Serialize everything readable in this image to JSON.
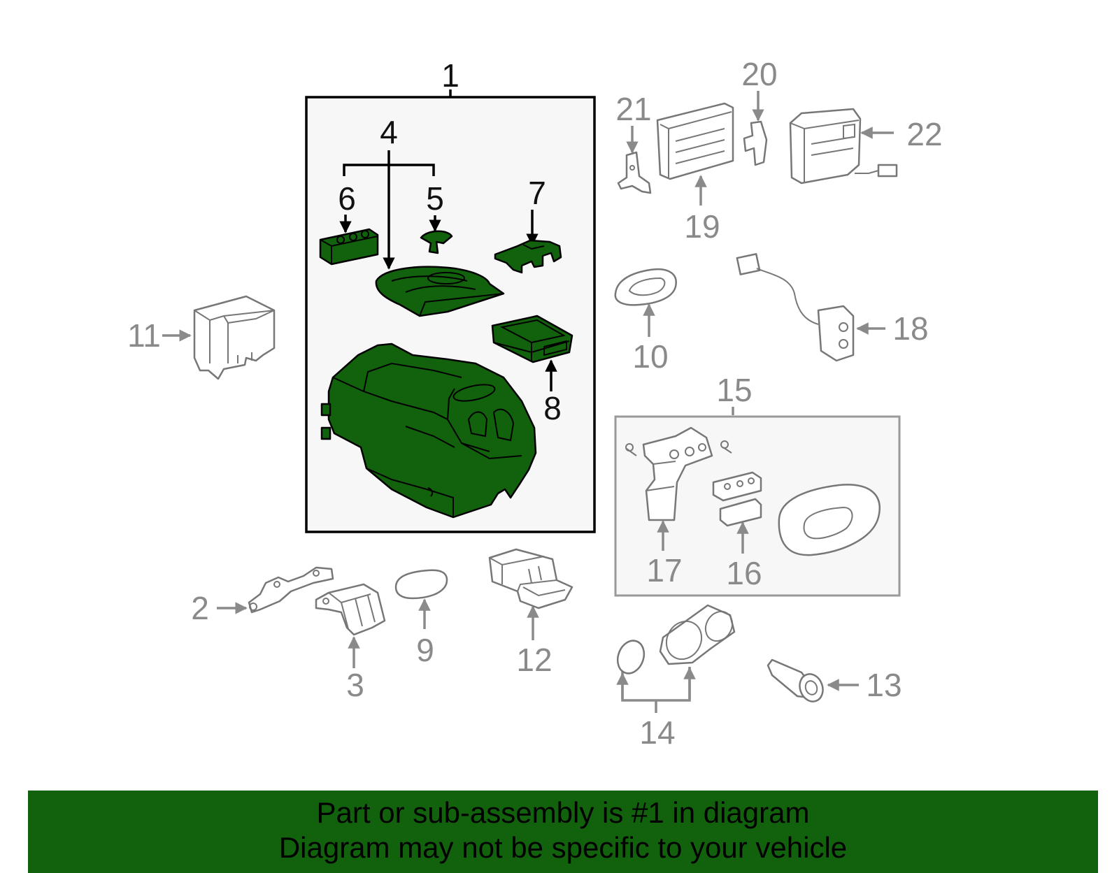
{
  "diagram": {
    "callouts": [
      "1",
      "2",
      "3",
      "4",
      "5",
      "6",
      "7",
      "8",
      "9",
      "10",
      "11",
      "12",
      "13",
      "14",
      "15",
      "16",
      "17",
      "18",
      "19",
      "20",
      "21",
      "22"
    ]
  },
  "banner": {
    "line1": "Part or sub-assembly is #1 in diagram",
    "line2": "Diagram may not be specific to your vehicle",
    "background_color": "#12610c"
  },
  "colors": {
    "highlight_part": "#12610c",
    "other_parts": "#8a8a8a",
    "assembly_box_fill": "#f7f7f7"
  }
}
